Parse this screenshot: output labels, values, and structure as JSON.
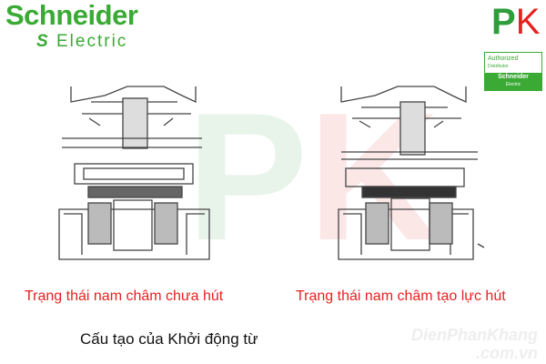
{
  "brand": {
    "name": "Schneider",
    "sub": "Electric",
    "mark": "S",
    "color": "#3aaa35"
  },
  "pk_logo": {
    "p": "P",
    "k": "K",
    "p_color": "#2e9e3c",
    "k_color": "#e8201f"
  },
  "badge": {
    "line1": "Authorized",
    "line2": "Distributor",
    "brand": "Schneider",
    "brand_sub": "Electric"
  },
  "diagrams": {
    "left_caption": "Trạng thái nam châm chưa hút",
    "right_caption": "Trạng thái nam châm tạo lực hút"
  },
  "title": "Cấu tạo của Khởi động từ",
  "watermark": {
    "site": "DienPhanKhang",
    "domain": ".com.vn"
  }
}
